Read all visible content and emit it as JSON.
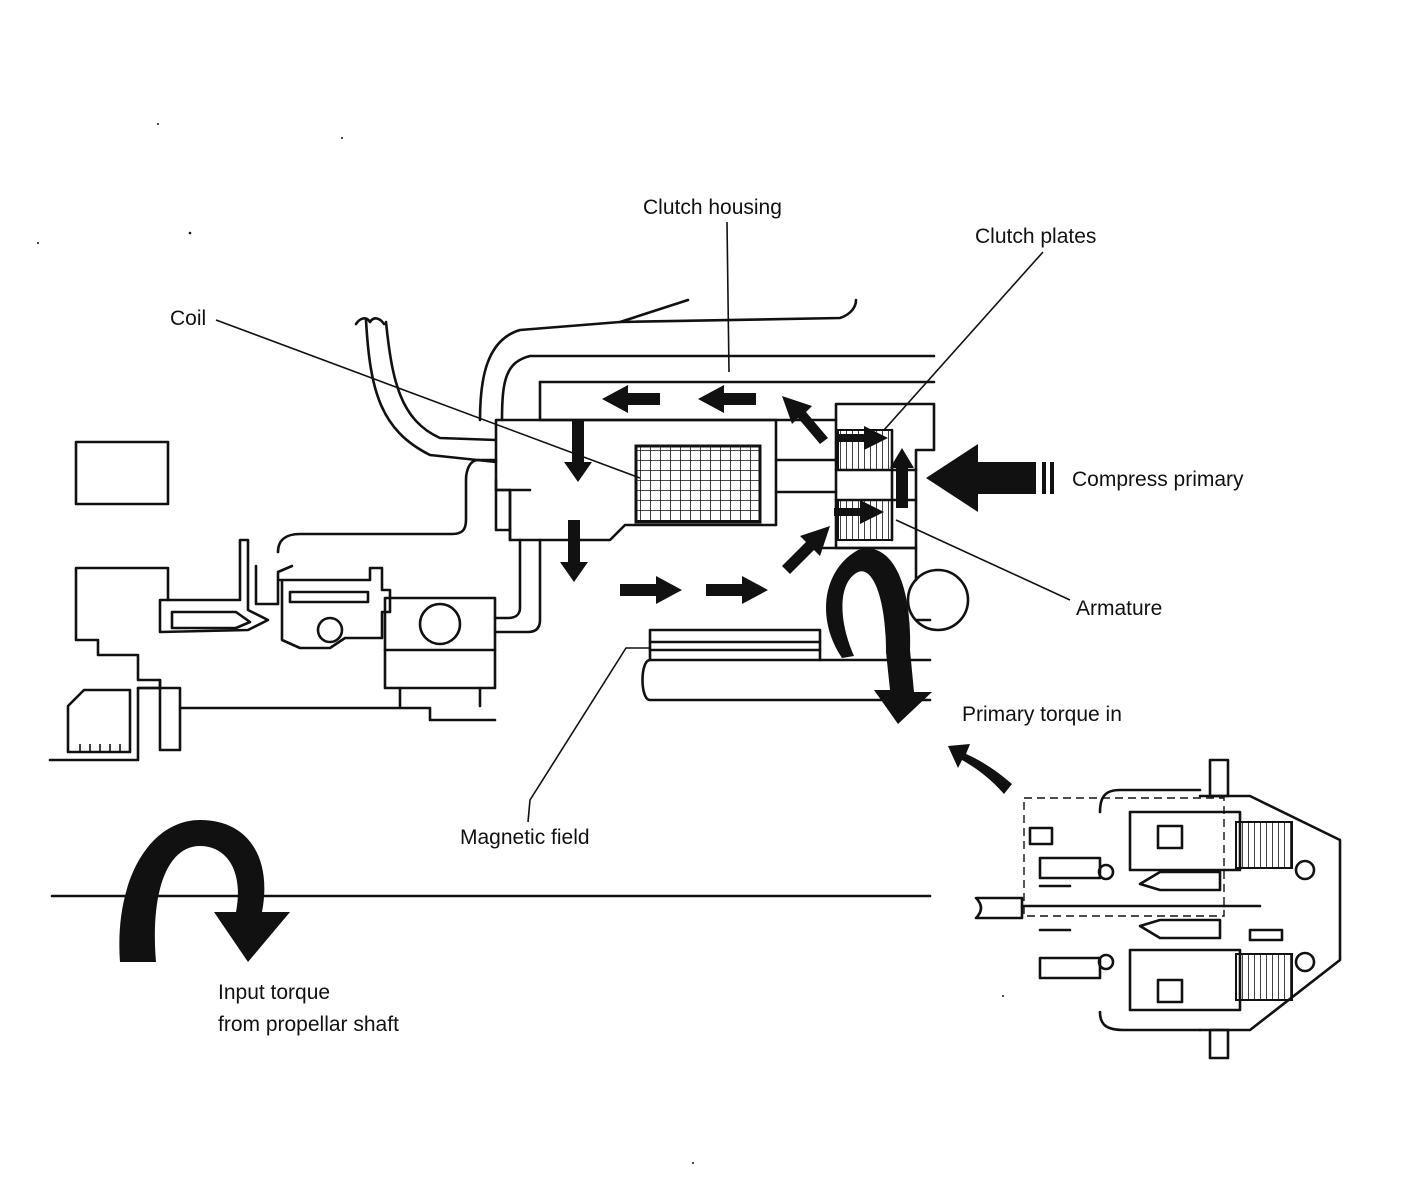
{
  "labels": {
    "clutch_housing": "Clutch housing",
    "clutch_plates": "Clutch plates",
    "coil": "Coil",
    "compress_primary": "Compress primary",
    "armature": "Armature",
    "primary_torque_in": "Primary torque in",
    "magnetic_field": "Magnetic field",
    "input_torque_line1": "Input torque",
    "input_torque_line2": "from propellar shaft"
  },
  "colors": {
    "ink": "#111111",
    "paper": "#ffffff"
  }
}
